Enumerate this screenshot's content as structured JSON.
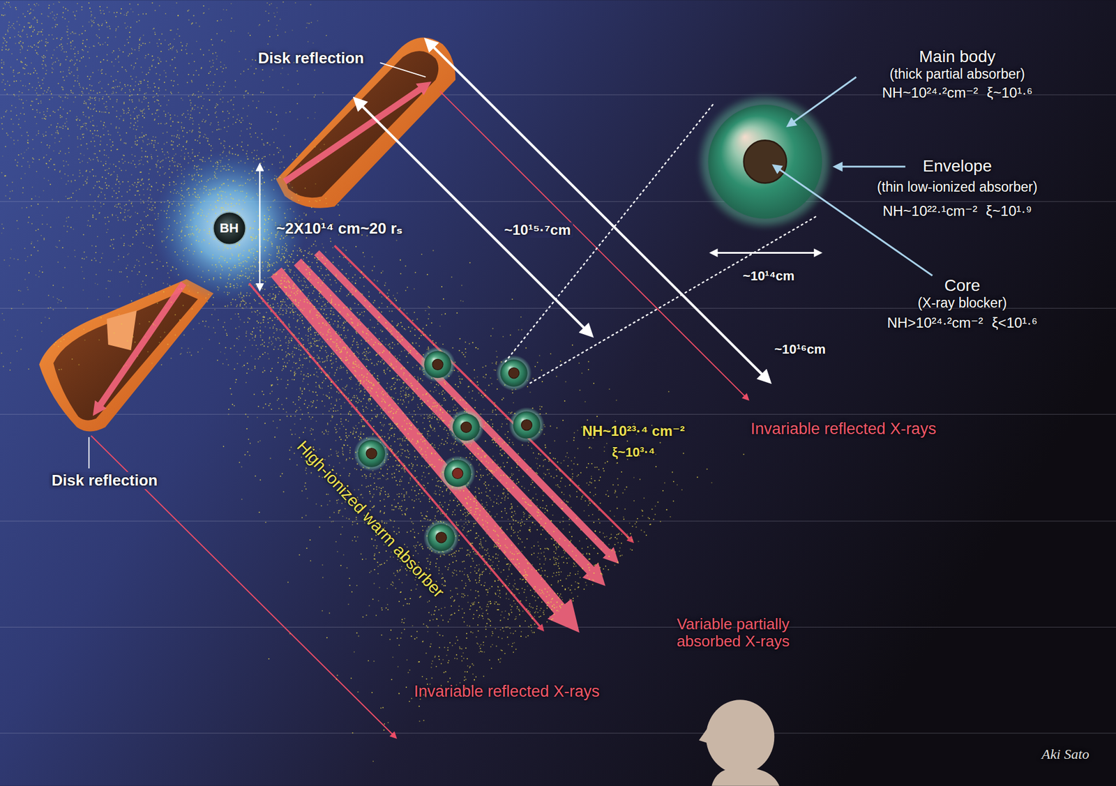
{
  "diagram": {
    "nodes": [
      {
        "text": [
          "BH"
        ]
      }
    ],
    "labels": [
      "Disk reflection",
      "~2X10¹⁴ cm~20 rₛ",
      "~10¹⁵·⁷cm",
      "Main body",
      "(thick partial absorber)",
      "NH~10²⁴·²cm⁻² ξ~10¹·⁶",
      "Envelope",
      "(thin low-ionized absorber)",
      "NH~10²²·¹cm⁻² ξ~10¹·⁹",
      "~10¹⁴cm",
      "Core",
      "(X-ray blocker)",
      "NH>10²⁴·²cm⁻² ξ<10¹·⁶",
      "~10¹⁶cm",
      "NH~10²³·⁴ cm⁻²",
      "ξ~10³·⁴",
      "Invariable reflected X-rays",
      "Disk reflection",
      "High-ionized warm absorber",
      "Variable partially absorbed X-rays",
      "Invariable reflected X-rays",
      "Aki Sato"
    ]
  }
}
